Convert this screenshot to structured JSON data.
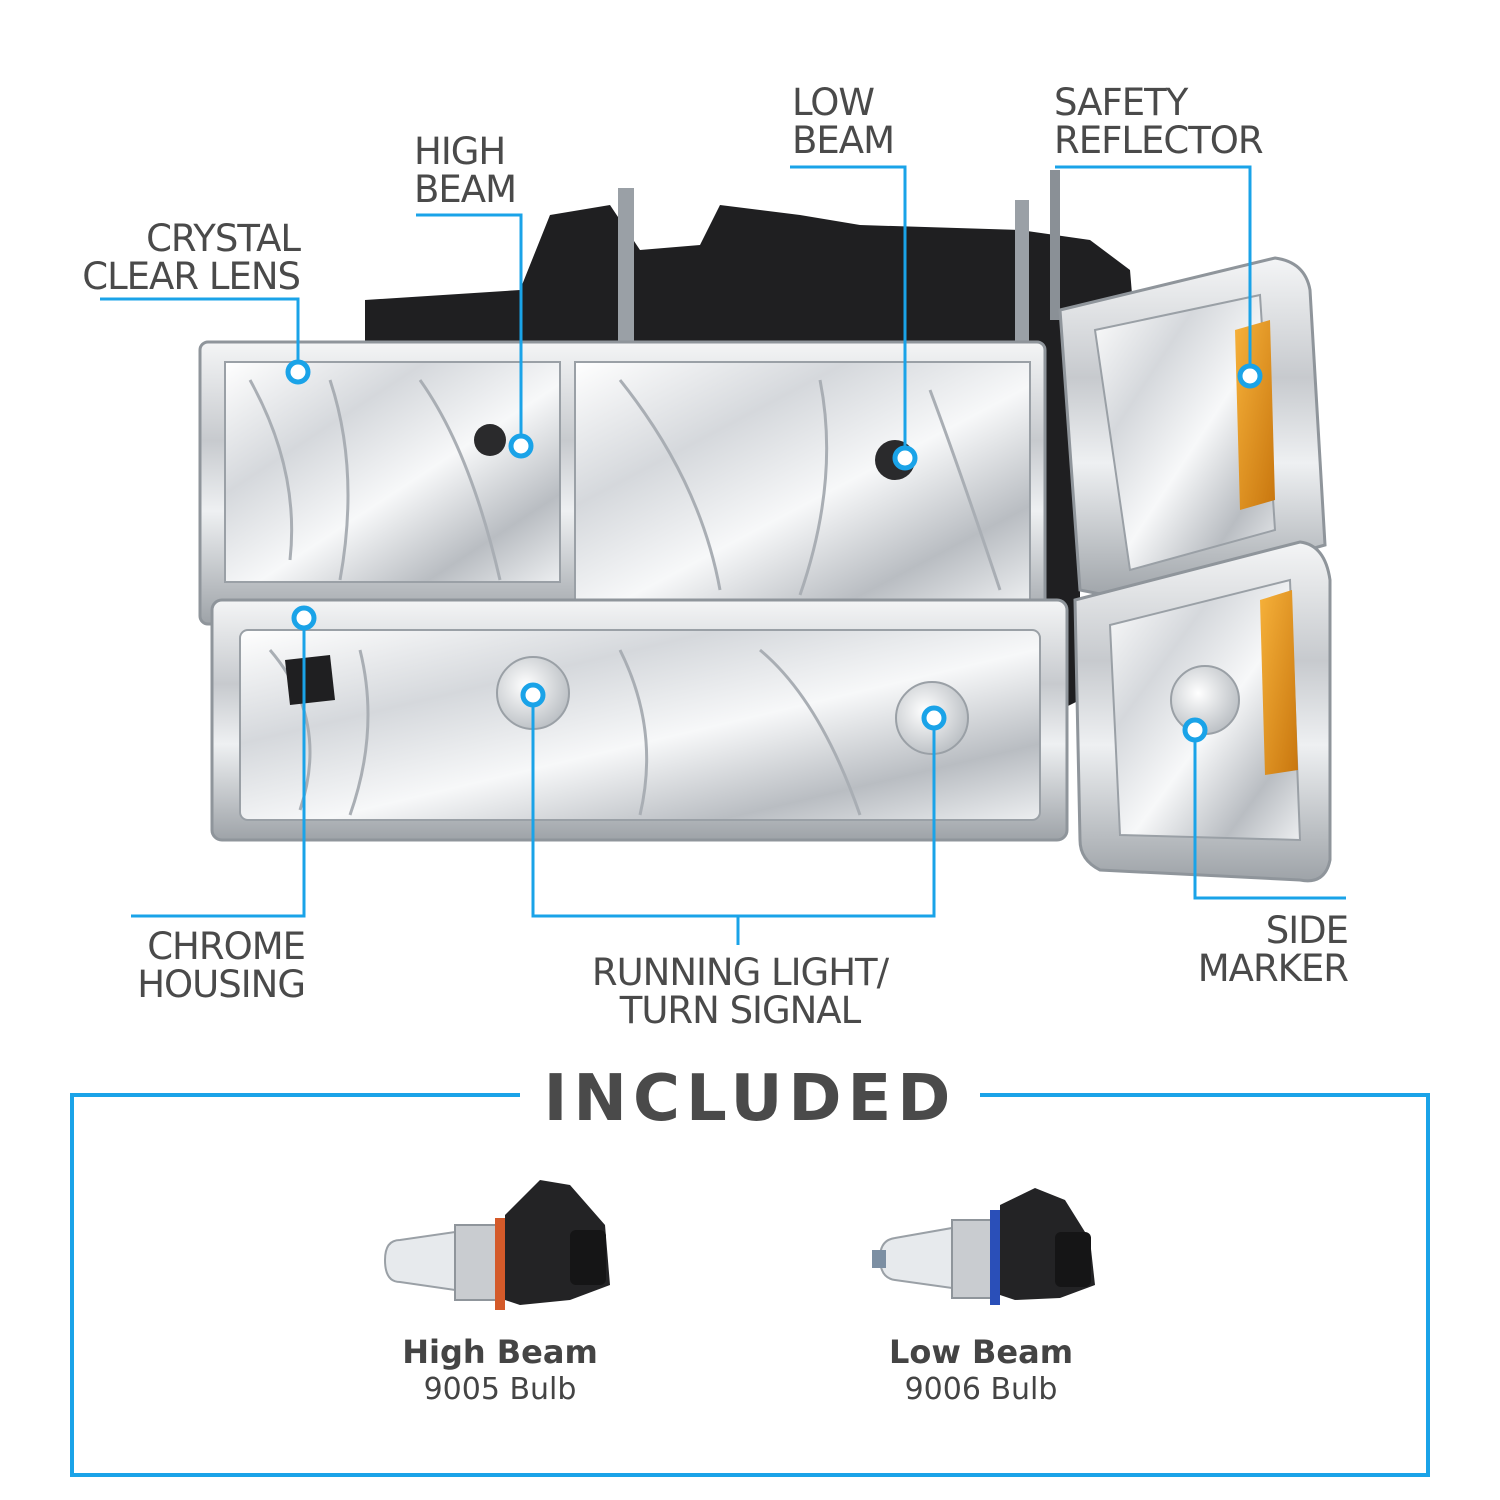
{
  "colors": {
    "accent": "#1aa3e8",
    "text": "#4a4a4a",
    "chrome": "#c9ccd0",
    "amber": "#e89a1c",
    "black_plastic": "#2a2a2a"
  },
  "callouts": {
    "crystal_clear_lens": [
      "CRYSTAL",
      "CLEAR LENS"
    ],
    "high_beam": [
      "HIGH",
      "BEAM"
    ],
    "low_beam": [
      "LOW",
      "BEAM"
    ],
    "safety_reflector": [
      "SAFETY",
      "REFLECTOR"
    ],
    "chrome_housing": [
      "CHROME",
      "HOUSING"
    ],
    "running_light": [
      "RUNNING LIGHT/",
      "TURN SIGNAL"
    ],
    "side_marker": [
      "SIDE",
      "MARKER"
    ]
  },
  "included": {
    "heading": "INCLUDED",
    "bulbs": [
      {
        "title": "High Beam",
        "subtitle": "9005 Bulb",
        "ring_color": "#d45a2a"
      },
      {
        "title": "Low Beam",
        "subtitle": "9006 Bulb",
        "ring_color": "#2a4fb8"
      }
    ]
  }
}
